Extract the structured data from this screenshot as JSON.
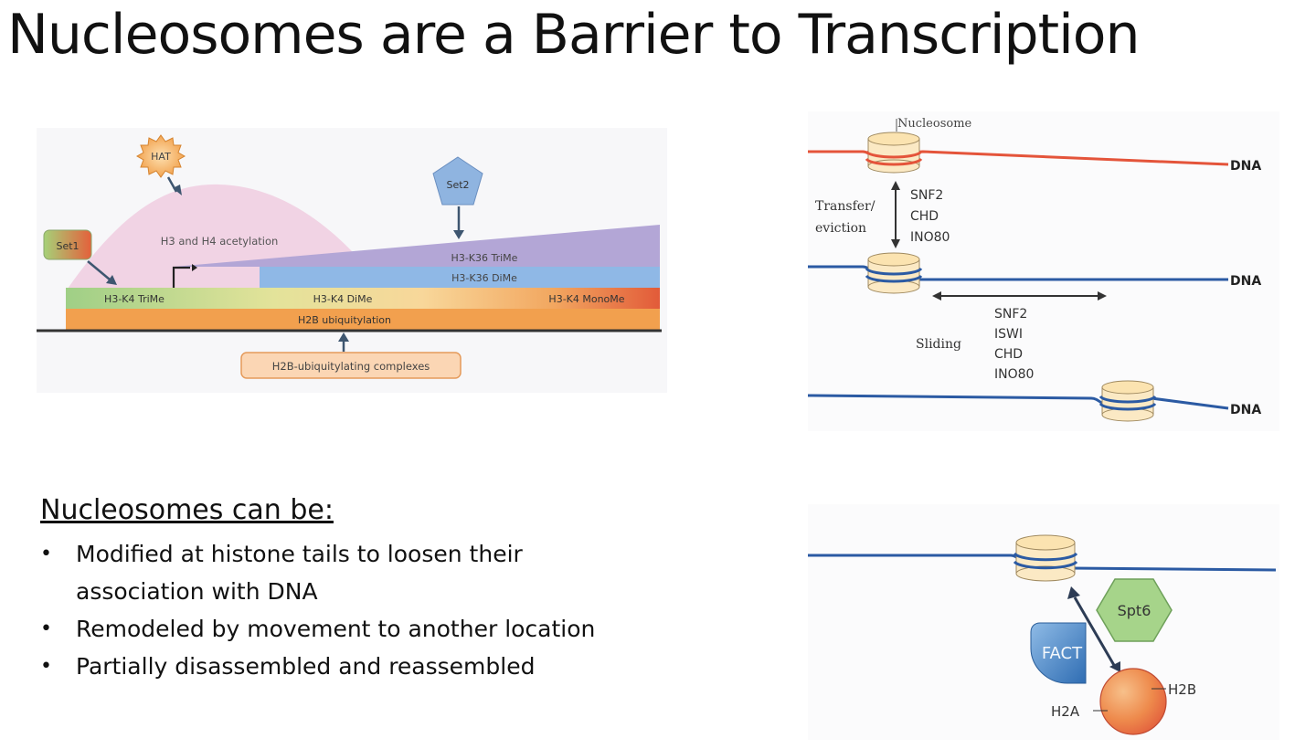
{
  "title": "Nucleosomes are a Barrier to Transcription",
  "histone_marks_figure": {
    "hat": "HAT",
    "set2": "Set2",
    "set1": "Set1",
    "acetylation": "H3 and H4 acetylation",
    "k36_trime": "H3-K36 TriMe",
    "k36_dime": "H3-K36 DiMe",
    "k4_trime": "H3-K4 TriMe",
    "k4_dime": "H3-K4 DiMe",
    "k4_monome": "H3-K4 MonoMe",
    "h2b_ub": "H2B ubiquitylation",
    "h2b_complex": "H2B-ubiquitylating complexes"
  },
  "remodeling_figure": {
    "nucleosome": "Nucleosome",
    "dna": "DNA",
    "transfer": "Transfer/",
    "eviction": "eviction",
    "transfer_enzymes": [
      "SNF2",
      "CHD",
      "INO80"
    ],
    "sliding": "Sliding",
    "sliding_enzymes": [
      "SNF2",
      "ISWI",
      "CHD",
      "INO80"
    ]
  },
  "chaperone_figure": {
    "spt6": "Spt6",
    "fact": "FACT",
    "h2a": "H2A",
    "h2b": "H2B"
  },
  "notes": {
    "heading": "Nucleosomes can be:",
    "items": [
      "Modified at histone tails to loosen their association with DNA",
      "Remodeled by movement to another location",
      "Partially disassembled and reassembled"
    ]
  }
}
